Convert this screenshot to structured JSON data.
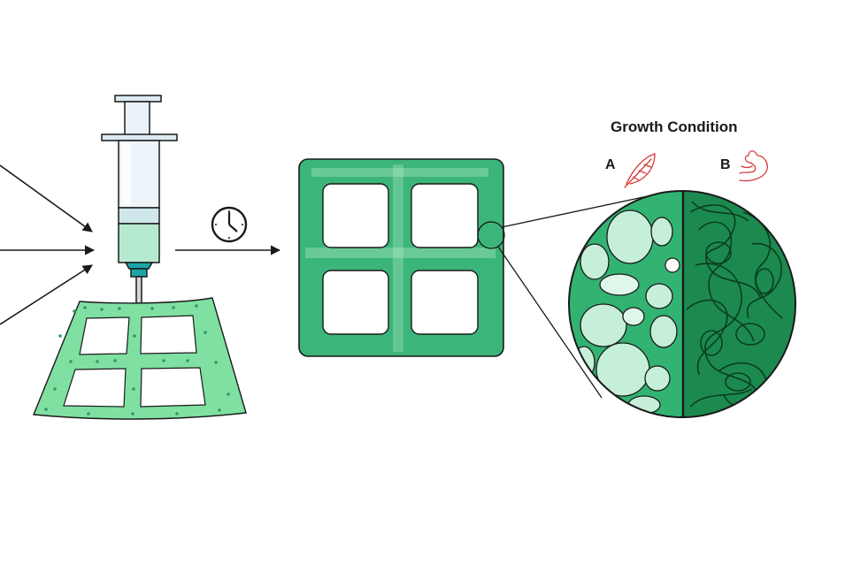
{
  "diagram": {
    "growth_condition_title": "Growth Condition",
    "condition_a_label": "A",
    "condition_b_label": "B",
    "condition_a_icon": "feather-icon",
    "condition_b_icon": "flexed-arm-icon",
    "time_icon": "clock-icon"
  },
  "colors": {
    "hydrogel_light": "#7fe0a2",
    "scaffold_green": "#3bb579",
    "scaffold_dark": "#2e9a64",
    "fibril_dark": "#0f6b3a",
    "icon_red": "#d83a3a",
    "outline": "#1a1a1a"
  }
}
